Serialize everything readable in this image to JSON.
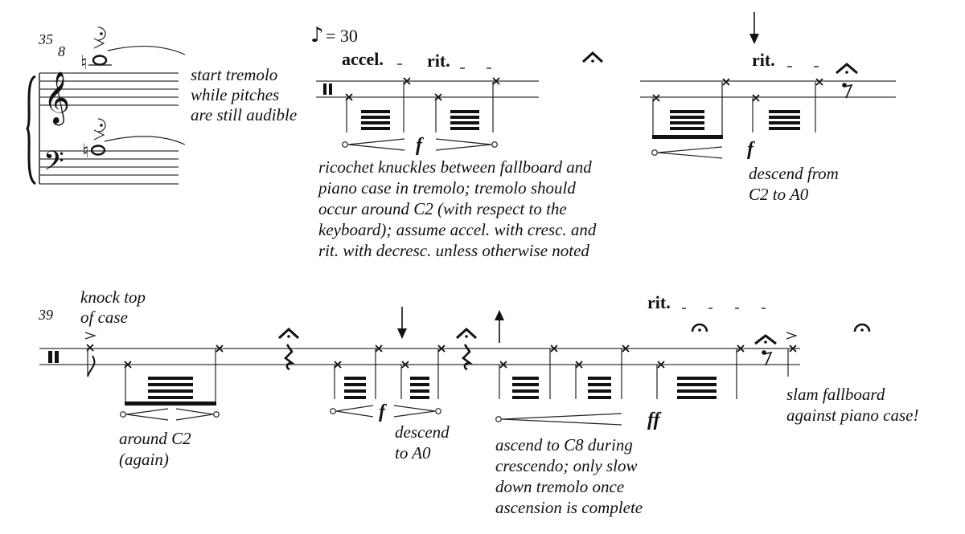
{
  "score": {
    "system1": {
      "measure_number": "35",
      "piano_note": "start tremolo while pitches are still audible",
      "piano_note_lines": [
        "start tremolo",
        "while pitches",
        "are still audible"
      ],
      "treble_octave_mark": "8",
      "tempo": {
        "unit": "eighth-note",
        "symbol": "♪",
        "equals": "= 30"
      },
      "tempo_changes": [
        "accel.",
        "rit.",
        "rit."
      ],
      "dynamic_1": "f",
      "dynamic_2": "f",
      "instruction_main_lines": [
        "ricochet knuckles between fallboard and",
        "piano case in tremolo; tremolo should",
        "occur around C2 (with respect to the",
        "keyboard); assume accel. with cresc. and",
        "rit. with decresc. unless otherwise noted"
      ],
      "instruction_descend_lines": [
        "descend from",
        "C2 to A0"
      ]
    },
    "system2": {
      "measure_number": "39",
      "knock_lines": [
        "knock top",
        "of case"
      ],
      "around_lines": [
        "around C2",
        "(again)"
      ],
      "dynamic_f": "f",
      "descend_lines": [
        "descend",
        "to A0"
      ],
      "tempo_change": "rit.",
      "dynamic_ff": "ff",
      "ascend_lines": [
        "ascend to C8 during",
        "crescendo; only slow",
        "down tremolo once",
        "ascension is complete"
      ],
      "slam_lines": [
        "slam fallboard",
        "against piano case!"
      ]
    },
    "glyphs": {
      "treble_clef": "𝄞",
      "bass_clef": "𝄢",
      "natural": "♮",
      "fermata": "𝄐",
      "quarter_rest": "𝄽",
      "eighth_rest": "𝄾",
      "accent": ">",
      "arrow_down": "↓",
      "arrow_up": "↑",
      "percussion_clef": "𝄥"
    }
  }
}
